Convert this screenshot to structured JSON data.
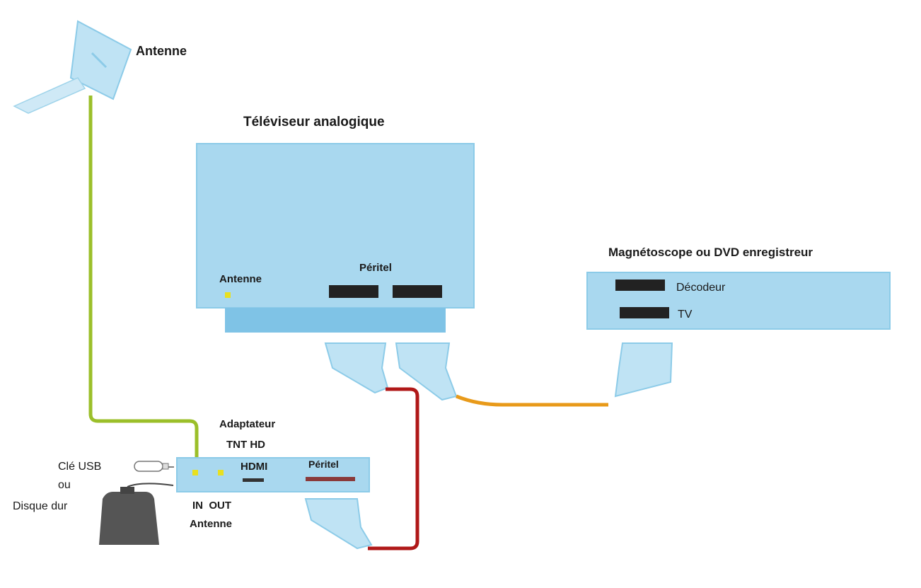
{
  "labels": {
    "antenna": "Antenne",
    "tv_title": "Téléviseur analogique",
    "tv_antenna": "Antenne",
    "tv_peritel": "Péritel",
    "recorder_title": "Magnétoscope ou DVD enregistreur",
    "recorder_decoder": "Décodeur",
    "recorder_tv": "TV",
    "adapter_title_line1": "Adaptateur",
    "adapter_title_line2": "TNT HD",
    "adapter_hdmi": "HDMI",
    "adapter_peritel": "Péritel",
    "adapter_in_out": "IN  OUT",
    "adapter_antenne": "Antenne",
    "usb_line1": "Clé USB",
    "usb_line2": "ou",
    "usb_line3": "Disque dur"
  },
  "colors": {
    "device_fill": "#a9d8ef",
    "device_edge": "#7ec4e6",
    "antenna_cable": "#9bbf2a",
    "red_cable": "#b01818",
    "orange_cable": "#e89a1a",
    "connector_fill": "#bfe3f4",
    "port_yellow": "#e8e020"
  },
  "icons": {
    "antenna": "satellite-dish-antenna",
    "usb": "usb-key-icon",
    "hard_drive": "hard-drive-icon",
    "scart": "scart-connector-icon"
  }
}
